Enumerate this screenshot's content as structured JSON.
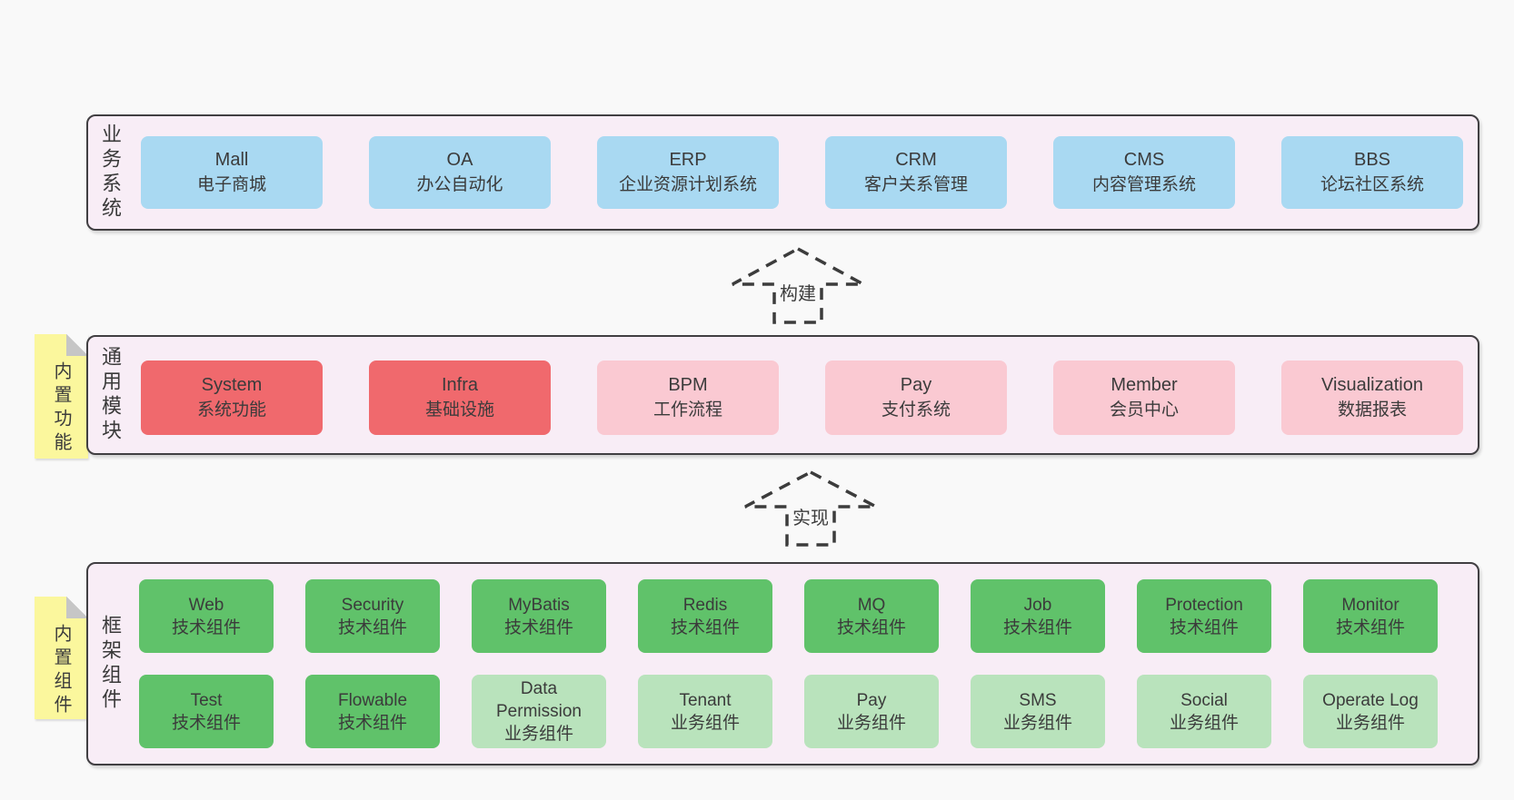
{
  "colors": {
    "page_background": "#f9f9f9",
    "layer_background": "#f8edf6",
    "layer_border": "#413f42",
    "business_box": "#a9d9f2",
    "core_module_box": "#f0696d",
    "optional_module_box": "#fac9d2",
    "tech_component_box": "#60c26a",
    "biz_component_box": "#b9e3bc",
    "sticky_note": "#fbf79d",
    "note_fold": "#c6c6c6",
    "arrow_stroke": "#3c3c3c",
    "text": "#3b3b3b"
  },
  "arrows": [
    {
      "label": "构建"
    },
    {
      "label": "实现"
    }
  ],
  "layers": [
    {
      "side_label": "业务系统",
      "boxes": [
        {
          "title": "Mall",
          "subtitle": "电子商城"
        },
        {
          "title": "OA",
          "subtitle": "办公自动化"
        },
        {
          "title": "ERP",
          "subtitle": "企业资源计划系统"
        },
        {
          "title": "CRM",
          "subtitle": "客户关系管理"
        },
        {
          "title": "CMS",
          "subtitle": "内容管理系统"
        },
        {
          "title": "BBS",
          "subtitle": "论坛社区系统"
        }
      ]
    },
    {
      "note": "内置功能",
      "side_label": "通用模块",
      "boxes": [
        {
          "title": "System",
          "subtitle": "系统功能"
        },
        {
          "title": "Infra",
          "subtitle": "基础设施"
        },
        {
          "title": "BPM",
          "subtitle": "工作流程"
        },
        {
          "title": "Pay",
          "subtitle": "支付系统"
        },
        {
          "title": "Member",
          "subtitle": "会员中心"
        },
        {
          "title": "Visualization",
          "subtitle": "数据报表"
        }
      ]
    },
    {
      "note": "内置组件",
      "side_label": "框架组件",
      "rows": [
        [
          {
            "title": "Web",
            "subtitle": "技术组件"
          },
          {
            "title": "Security",
            "subtitle": "技术组件"
          },
          {
            "title": "MyBatis",
            "subtitle": "技术组件"
          },
          {
            "title": "Redis",
            "subtitle": "技术组件"
          },
          {
            "title": "MQ",
            "subtitle": "技术组件"
          },
          {
            "title": "Job",
            "subtitle": "技术组件"
          },
          {
            "title": "Protection",
            "subtitle": "技术组件"
          },
          {
            "title": "Monitor",
            "subtitle": "技术组件"
          }
        ],
        [
          {
            "title": "Test",
            "subtitle": "技术组件"
          },
          {
            "title": "Flowable",
            "subtitle": "技术组件"
          },
          {
            "title": "Data Permission",
            "subtitle": "业务组件"
          },
          {
            "title": "Tenant",
            "subtitle": "业务组件"
          },
          {
            "title": "Pay",
            "subtitle": "业务组件"
          },
          {
            "title": "SMS",
            "subtitle": "业务组件"
          },
          {
            "title": "Social",
            "subtitle": "业务组件"
          },
          {
            "title": "Operate Log",
            "subtitle": "业务组件"
          }
        ]
      ]
    }
  ]
}
